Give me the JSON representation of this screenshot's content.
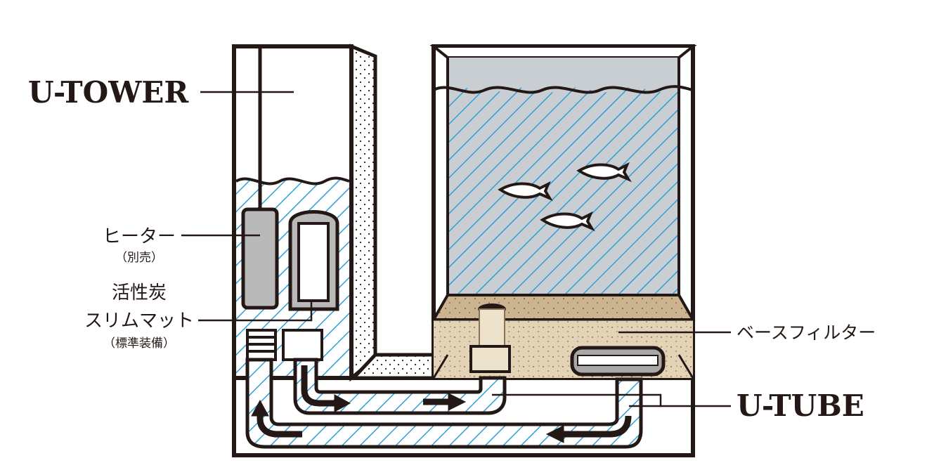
{
  "labels": {
    "u_tower": "U-TOWER",
    "heater": "ヒーター",
    "heater_note": "（別売）",
    "carbon_line1": "活性炭",
    "carbon_line2": "スリムマット",
    "carbon_note": "（標準装備）",
    "base_filter": "ベースフィルター",
    "u_tube": "U-TUBE"
  },
  "colors": {
    "outline": "#231815",
    "water_hatch": "#2f9fd6",
    "tank_fill": "#c9ced3",
    "sand": "#e3d3b7",
    "sand_dark": "#cbb48f",
    "heater_gray": "#b9b9b9",
    "filter_gray": "#a8a8a8"
  }
}
